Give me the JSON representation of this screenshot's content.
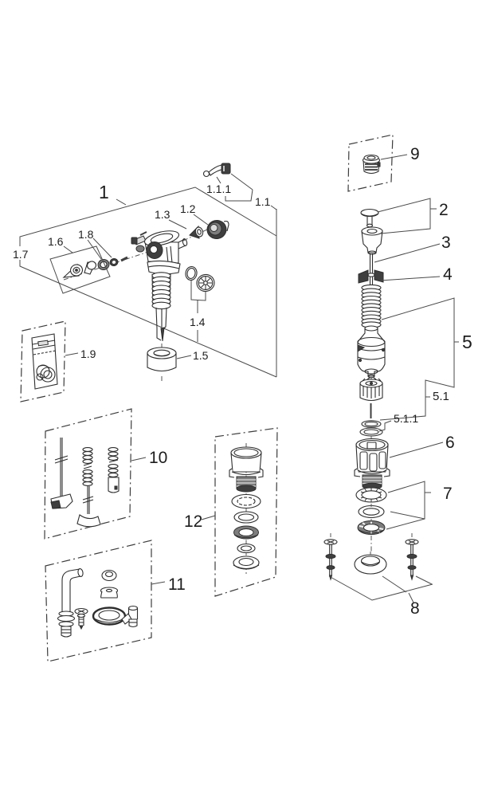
{
  "diagram": {
    "background": "#ffffff",
    "line_color": "#3a3a3a",
    "callouts": {
      "c1": "1",
      "c1_1": "1.1",
      "c1_1_1": "1.1.1",
      "c1_2": "1.2",
      "c1_3": "1.3",
      "c1_4": "1.4",
      "c1_5": "1.5",
      "c1_6": "1.6",
      "c1_7": "1.7",
      "c1_8": "1.8",
      "c1_9": "1.9",
      "c2": "2",
      "c3": "3",
      "c4": "4",
      "c5": "5",
      "c5_1": "5.1",
      "c5_1_1": "5.1.1",
      "c6": "6",
      "c7": "7",
      "c8": "8",
      "c9": "9",
      "c10": "10",
      "c11": "11",
      "c12": "12"
    }
  }
}
